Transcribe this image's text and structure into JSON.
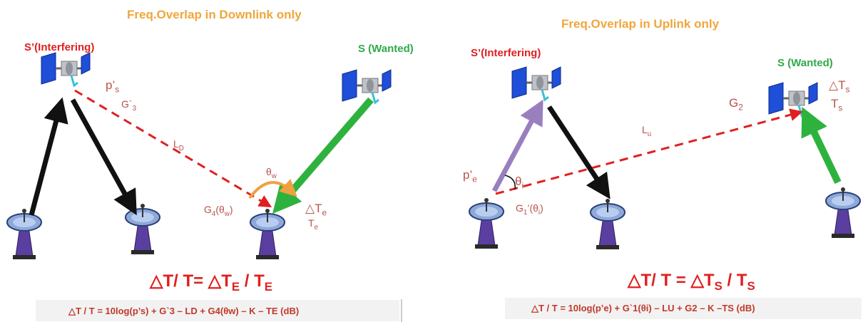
{
  "left": {
    "title": "Freq.Overlap in Downlink only",
    "interfering_label": "S’(Interfering)",
    "wanted_label": "S (Wanted)",
    "p_s": "p’",
    "p_s_sub": "s",
    "g3": "G`",
    "g3_sub": "3",
    "ld": "L",
    "ld_sub": "D",
    "theta_w": "θ",
    "theta_w_sub": "w",
    "g4": "G",
    "g4_sub": "4",
    "g4_arg": "(θ",
    "g4_arg_sub": "w",
    "g4_close": ")",
    "delta_te": "△T",
    "delta_te_sub": "e",
    "te": "T",
    "te_sub": "e",
    "eq_main_a": "△T/ T= △T",
    "eq_main_sub1": "E",
    "eq_main_b": " / T",
    "eq_main_sub2": "E",
    "eq_small": "△T / T = 10log(p’s) + G`3 – LD + G4(θw) – K – TE    (dB)"
  },
  "right": {
    "title": "Freq.Overlap in Uplink only",
    "interfering_label": "S’(Interfering)",
    "wanted_label": "S (Wanted)",
    "g2": "G",
    "g2_sub": "2",
    "lu": "L",
    "lu_sub": "u",
    "delta_ts": "△T",
    "delta_ts_sub": "s",
    "ts": "T",
    "ts_sub": "s",
    "p_e": "p’",
    "p_e_sub": "e",
    "theta_i": "θ",
    "theta_i_sub": "i",
    "g1": "G",
    "g1_sub": "1",
    "g1_arg": "’(θ",
    "g1_arg_sub": "i",
    "g1_close": ")",
    "eq_main_a": "△T/ T = △T",
    "eq_main_sub1": "S",
    "eq_main_b": " / T",
    "eq_main_sub2": "S",
    "eq_small": "△T / T = 10log(p’e) + G`1(θi) – LU  + G2 – K –TS   (dB)"
  },
  "colors": {
    "title": "#f0a63a",
    "interfering": "#e02020",
    "wanted": "#2eaa4a",
    "interference_path": "#e02020",
    "wanted_link": "#2db33d",
    "interfering_link": "#111111",
    "uplink_interferer": "#9a7fbf",
    "angle_arc": "#f0a040"
  }
}
